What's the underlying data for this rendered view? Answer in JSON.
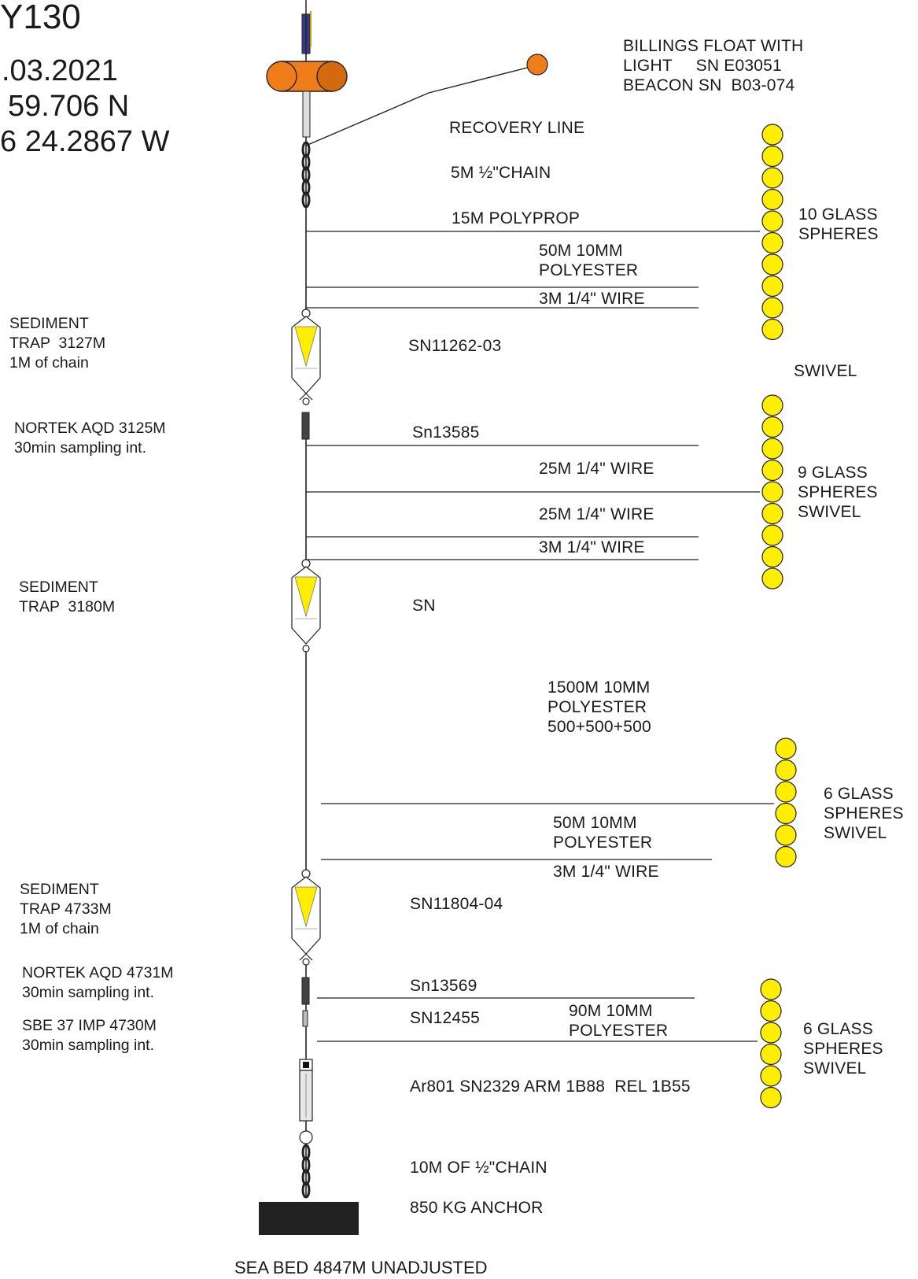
{
  "header": {
    "mooring_id": "Y130",
    "date": ".03.2021",
    "latitude": "59.706 N",
    "longitude": "6 24.2867 W"
  },
  "surface": {
    "float_line1": "BILLINGS FLOAT WITH",
    "float_line2": "LIGHT     SN E03051",
    "float_line3": "BEACON SN  B03-074",
    "recovery": "RECOVERY LINE",
    "chain": "5M ½\"CHAIN",
    "polyprop": "15M POLYPROP",
    "poly1_l1": "50M 10MM",
    "poly1_l2": "POLYESTER",
    "wire1": "3M 1/4\" WIRE"
  },
  "glass_groups": [
    {
      "count": 10,
      "label_l1": "10 GLASS",
      "label_l2": "SPHERES",
      "label_l3": "",
      "extra": "SWIVEL"
    },
    {
      "count": 9,
      "label_l1": "9 GLASS",
      "label_l2": "SPHERES",
      "label_l3": "SWIVEL"
    },
    {
      "count": 6,
      "label_l1": "6 GLASS",
      "label_l2": "SPHERES",
      "label_l3": "SWIVEL"
    },
    {
      "count": 6,
      "label_l1": "6 GLASS",
      "label_l2": "SPHERES",
      "label_l3": "SWIVEL"
    }
  ],
  "trap1": {
    "l1": "SEDIMENT",
    "l2": "TRAP  3127M",
    "l3": "1M of chain",
    "sn": "SN11262-03"
  },
  "aqd1": {
    "l1": "NORTEK AQD 3125M",
    "l2": "30min sampling int.",
    "sn": "Sn13585"
  },
  "mid1": {
    "wire_a": "25M 1/4\" WIRE",
    "wire_b": "25M 1/4\" WIRE",
    "wire_c": "3M 1/4\" WIRE"
  },
  "trap2": {
    "l1": "SEDIMENT",
    "l2": "TRAP  3180M",
    "sn": "SN"
  },
  "long_line": {
    "l1": "1500M 10MM",
    "l2": "POLYESTER",
    "l3": "500+500+500"
  },
  "mid2": {
    "poly_l1": "50M 10MM",
    "poly_l2": "POLYESTER",
    "wire": "3M 1/4\" WIRE"
  },
  "trap3": {
    "l1": "SEDIMENT",
    "l2": "TRAP 4733M",
    "l3": "1M of chain",
    "sn": "SN11804-04"
  },
  "aqd2": {
    "l1": "NORTEK AQD 4731M",
    "l2": "30min sampling int.",
    "sn": "Sn13569"
  },
  "sbe": {
    "l1": "SBE 37 IMP 4730M",
    "l2": "30min sampling int.",
    "sn": "SN12455"
  },
  "bottom": {
    "poly_l1": "90M 10MM",
    "poly_l2": "POLYESTER",
    "release": "Ar801 SN2329 ARM 1B88  REL 1B55",
    "chain": "10M OF ½\"CHAIN",
    "anchor": "850 KG ANCHOR",
    "seabed": "SEA BED 4847M UNADJUSTED"
  },
  "colors": {
    "float_orange": "#ee7d1a",
    "float_dark": "#d36a10",
    "sphere_yellow": "#ffee00",
    "trap_yellow": "#ffee00",
    "anchor": "#222222",
    "line": "#222222"
  }
}
